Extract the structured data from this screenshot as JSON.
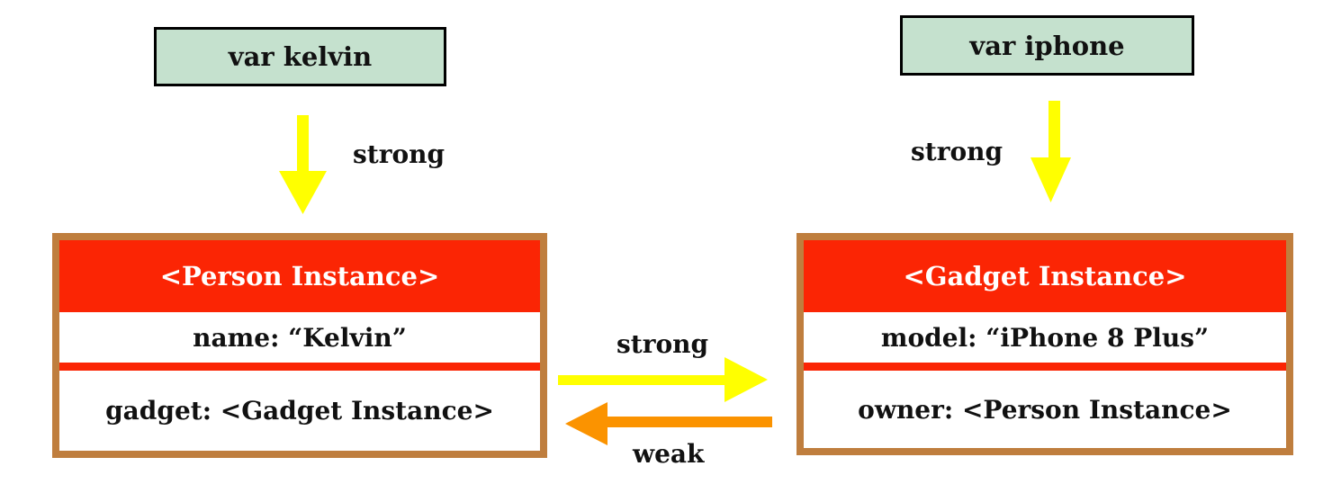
{
  "variables": {
    "kelvin": {
      "label": "var kelvin"
    },
    "iphone": {
      "label": "var iphone"
    }
  },
  "instances": {
    "person": {
      "title": "<Person Instance>",
      "rows": [
        "name: “Kelvin”",
        "gadget: <Gadget Instance>"
      ]
    },
    "gadget": {
      "title": "<Gadget Instance>",
      "rows": [
        "model: “iPhone 8 Plus”",
        "owner: <Person Instance>"
      ]
    }
  },
  "arrow_labels": {
    "kelvin_to_person": "strong",
    "iphone_to_gadget": "strong",
    "person_to_gadget": "strong",
    "gadget_to_person": "weak"
  },
  "colors": {
    "variable_box_fill": "#c5e1ce",
    "variable_box_border": "#000000",
    "instance_header_fill": "#fb2504",
    "instance_border": "#bf7e3e",
    "row_divider": "#fb2504",
    "strong_arrow": "#ffff00",
    "weak_arrow": "#fb9300",
    "header_text": "#ffffff",
    "body_text": "#111111"
  }
}
